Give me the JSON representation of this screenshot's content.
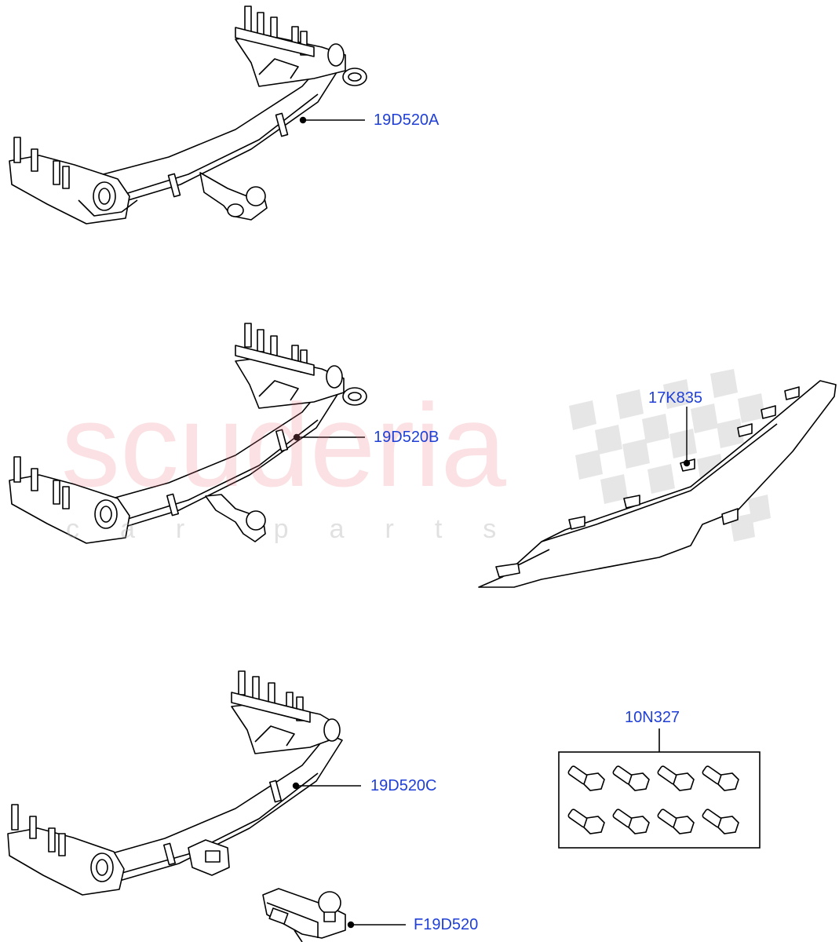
{
  "watermark": {
    "brand": "scuderia",
    "tagline": "car parts"
  },
  "callouts": {
    "tow_bar_a": "19D520A",
    "tow_bar_b": "19D520B",
    "bumper_cover": "17K835",
    "tow_bar_c": "19D520C",
    "tow_ball_mount": "F19D520",
    "bolt_kit": "10N327"
  },
  "colors": {
    "callout_text": "#1f3fd6",
    "line_art": "#000000",
    "watermark_red": "#ec7880",
    "watermark_grey": "#aaaaaa"
  }
}
